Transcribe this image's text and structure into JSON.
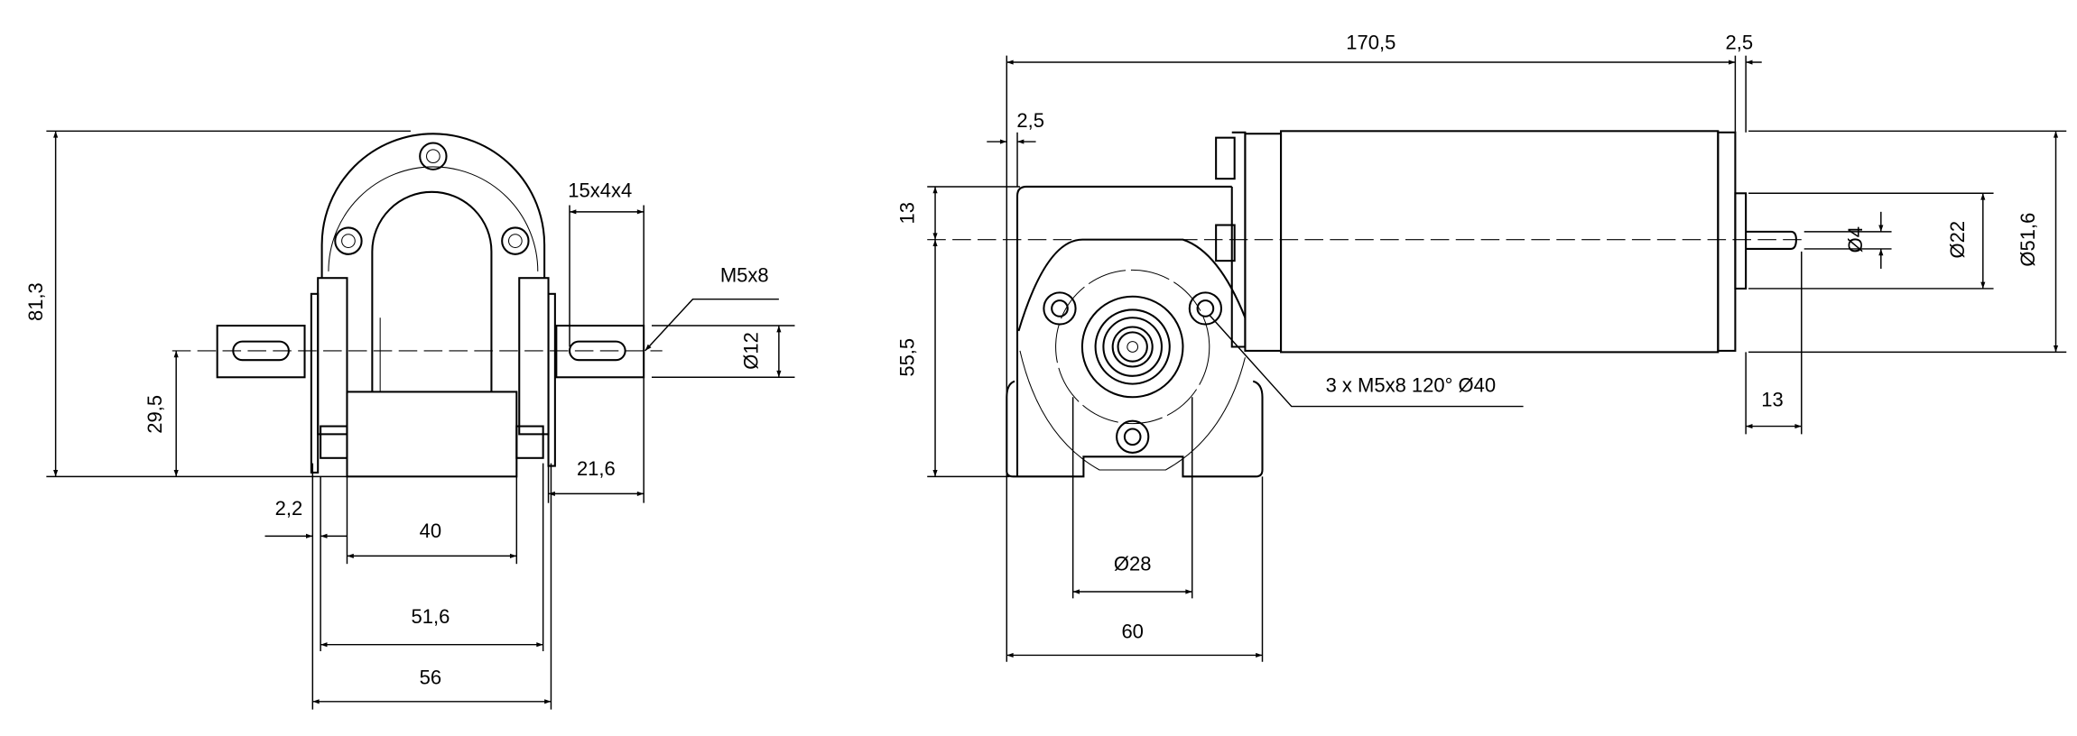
{
  "left_view": {
    "dims": {
      "height_total": "81,3",
      "shaft_height": "29,5",
      "key": "15x4x4",
      "thread": "M5x8",
      "shaft_dia": "Ø12",
      "shaft_length": "21,6",
      "offset": "2,2",
      "base_width": "40",
      "flange_width": "51,6",
      "total_width": "56"
    }
  },
  "right_view": {
    "dims": {
      "total_length": "170,5",
      "end_offset": "2,5",
      "front_offset": "2,5",
      "top_offset": "13",
      "center_height": "55,5",
      "mount_holes": "3 x M5x8 120° Ø40",
      "pilot_dia": "Ø28",
      "housing_width": "60",
      "motor_shaft_dia": "Ø4",
      "boss_dia": "Ø22",
      "motor_dia": "Ø51,6",
      "motor_shaft_length": "13"
    }
  }
}
